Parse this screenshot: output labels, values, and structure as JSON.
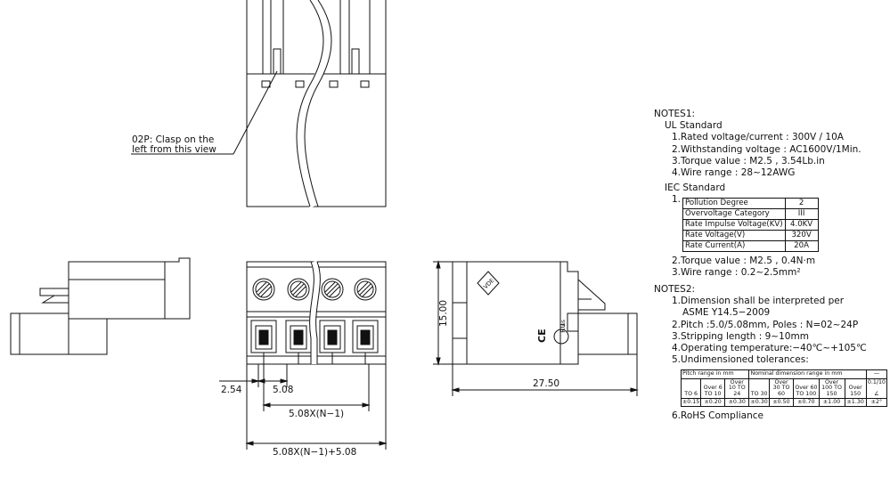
{
  "clasp_note": {
    "line1": "02P: Clasp on the",
    "line2": "left from this view"
  },
  "dimensions": {
    "d_2_54": "2.54",
    "d_5_08": "5.08",
    "d_pitch_n": "5.08X(N−1)",
    "d_total": "5.08X(N−1)+5.08",
    "d_height": "15.00",
    "d_depth": "27.50"
  },
  "side_marks": {
    "vde": "VDE",
    "ce": "CE",
    "ul": "ʀᴜ",
    "us": "us"
  },
  "notes1": {
    "title": "NOTES1:",
    "ul_title": "UL Standard",
    "ul_items": [
      "1.Rated voltage/current : 300V / 10A",
      "2.Withstanding voltage : AC1600V/1Min.",
      "3.Torque value : M2.5 , 3.54Lb.in",
      "4.Wire range : 28~12AWG"
    ],
    "iec_title": "IEC Standard",
    "iec_num": "1.",
    "iec_table": [
      {
        "label": "Pollution Degree",
        "value": "2"
      },
      {
        "label": "Overvoltage Category",
        "value": "III"
      },
      {
        "label": "Rate Impulse Voltage(KV)",
        "value": "4.0KV"
      },
      {
        "label": "Rate Voltage(V)",
        "value": "320V"
      },
      {
        "label": "Rate Current(A)",
        "value": "20A"
      }
    ],
    "iec_items": [
      "2.Torque value : M2.5 , 0.4N·m",
      "3.Wire range : 0.2~2.5mm²"
    ]
  },
  "notes2": {
    "title": "NOTES2:",
    "item1a": "1.Dimension shall be interpreted per",
    "item1b": "ASME Y14.5−2009",
    "item2": "2.Pitch :5.0/5.08mm, Poles : N=02~24P",
    "item3": "3.Stripping length : 9~10mm",
    "item4": "4.Operating temperature:−40℃~+105℃",
    "item5": "5.Undimensioned tolerances:",
    "item6": "6.RoHS Compliance",
    "tol": {
      "pitch_header": "Pitch range in mm",
      "nominal_header": "Nominal dimension range in mm",
      "sym_header": "—",
      "pitch_cols": [
        "TO 6",
        "Over 6 TO 10",
        "Over 10 TO 24"
      ],
      "nominal_cols": [
        "TO 30",
        "Over 30 TO 60",
        "Over 60 TO 100",
        "Over 100 TO 150",
        "Over 150"
      ],
      "angle_header": "0.1/10",
      "angle_sym": "∠",
      "pitch_vals": [
        "±0.15",
        "±0.20",
        "±0.30"
      ],
      "nominal_vals": [
        "±0.30",
        "±0.50",
        "±0.70",
        "±1.00",
        "±1.30"
      ],
      "angle_val": "±2°"
    }
  }
}
